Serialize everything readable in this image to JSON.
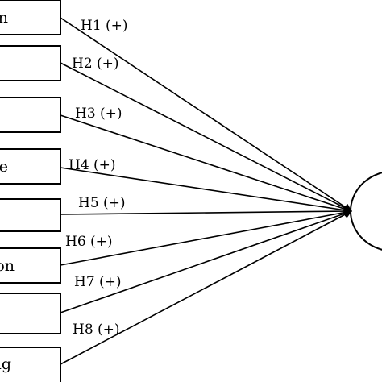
{
  "diagram": {
    "boxes": [
      {
        "id": "b1",
        "label": "n"
      },
      {
        "id": "b2",
        "label": ""
      },
      {
        "id": "b3",
        "label": ""
      },
      {
        "id": "b4",
        "label": "e"
      },
      {
        "id": "b5",
        "label": ""
      },
      {
        "id": "b6",
        "label": "on"
      },
      {
        "id": "b7",
        "label": ""
      },
      {
        "id": "b8",
        "label": "ng"
      }
    ],
    "paths": [
      {
        "label": "H1 (+)"
      },
      {
        "label": "H2 (+)"
      },
      {
        "label": "H3 (+)"
      },
      {
        "label": "H4 (+)"
      },
      {
        "label": "H5 (+)"
      },
      {
        "label": "H6 (+)"
      },
      {
        "label": "H7 (+)"
      },
      {
        "label": "H8 (+)"
      }
    ],
    "colors": {
      "line": "#000000",
      "background": "#ffffff"
    }
  }
}
